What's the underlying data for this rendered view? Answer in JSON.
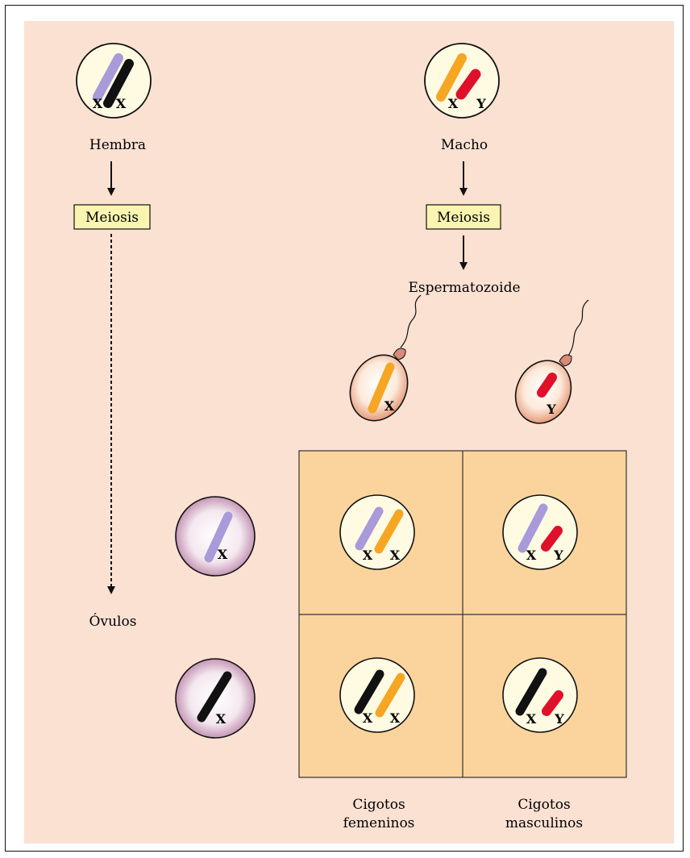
{
  "female": {
    "label": "Hembra",
    "chromosomes": [
      "X",
      "X"
    ]
  },
  "male": {
    "label": "Macho",
    "chromosomes": [
      "X",
      "Y"
    ]
  },
  "process": {
    "meiosis_female": "Meiosis",
    "meiosis_male": "Meiosis"
  },
  "gametes": {
    "sperm_label": "Espermatozoide",
    "sperm": [
      "X",
      "Y"
    ],
    "eggs_label": "Óvulos",
    "eggs": [
      "X",
      "X"
    ]
  },
  "zygotes": {
    "cells": [
      [
        "X",
        "X"
      ],
      [
        "X",
        "Y"
      ],
      [
        "X",
        "X"
      ],
      [
        "X",
        "Y"
      ]
    ],
    "female_label": [
      "Cigotos",
      "femeninos"
    ],
    "male_label": [
      "Cigotos",
      "masculinos"
    ]
  },
  "colors": {
    "background": "#fbe1d2",
    "punnett_fill": "#fbd49d",
    "meiosis_box": "#f9f4b0",
    "lavender": "#a99ad9",
    "black": "#111111",
    "orange": "#f6a623",
    "red": "#e0102a"
  }
}
